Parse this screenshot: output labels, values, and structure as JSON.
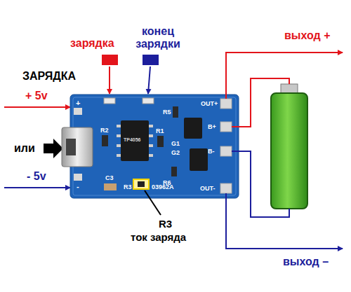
{
  "diagram": {
    "labels": [
      "зарядка",
      "конец зарядки",
      "ЗАРЯДКА",
      "+ 5v",
      "или",
      "- 5v",
      "выход +",
      "выход –",
      "R3",
      "ток заряда",
      "+",
      "-",
      "OUT+",
      "B+",
      "B-",
      "OUT-",
      "R2",
      "R1",
      "R5",
      "G1",
      "G2",
      "R6",
      "C3",
      "R3",
      "03962A",
      "TP4056"
    ]
  }
}
